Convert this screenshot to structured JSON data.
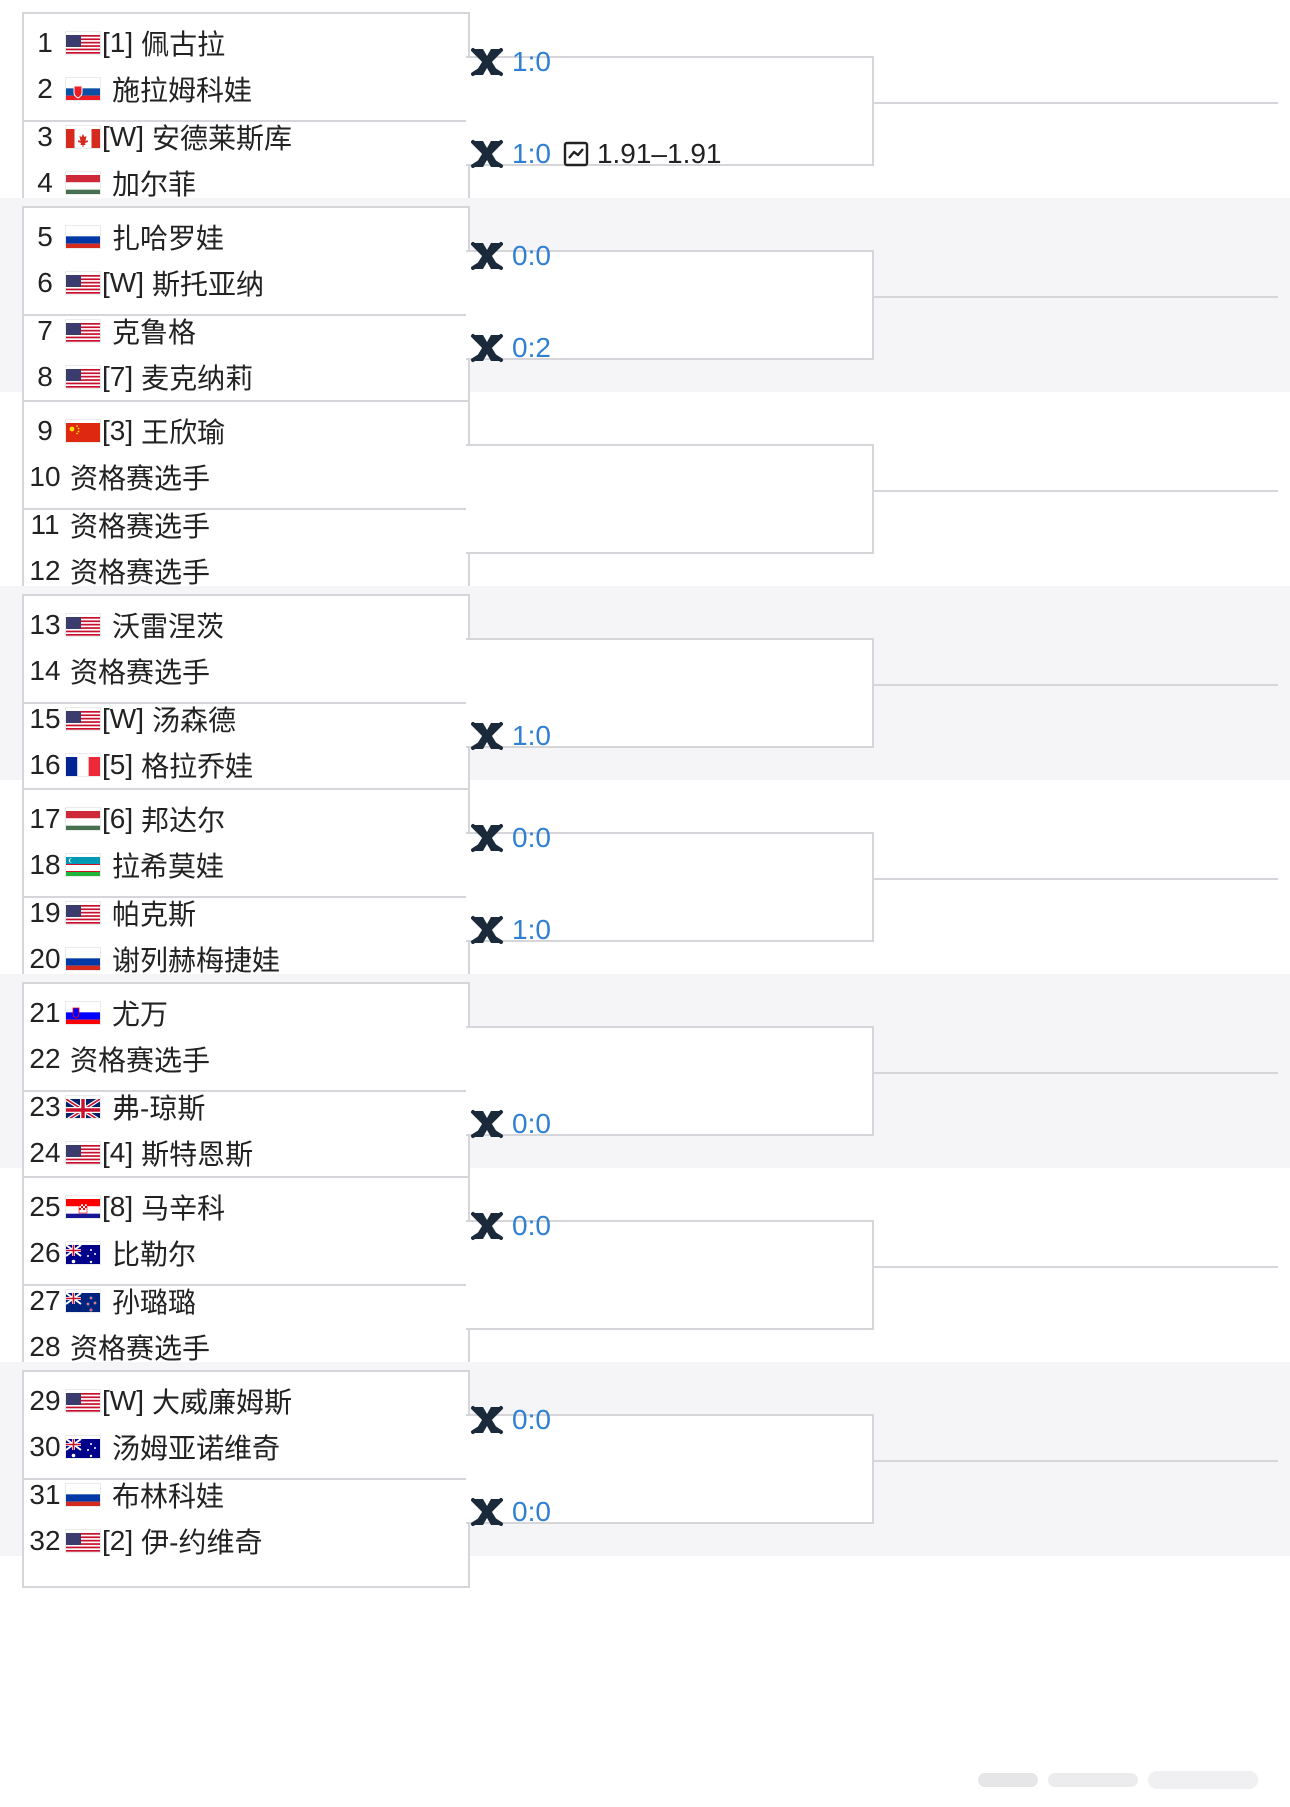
{
  "players": [
    {
      "num": "1",
      "flag": "us",
      "seed": "[1]",
      "name": "佩古拉"
    },
    {
      "num": "2",
      "flag": "sk",
      "seed": "",
      "name": "施拉姆科娃"
    },
    {
      "num": "3",
      "flag": "ca",
      "seed": "[W]",
      "name": "安德莱斯库"
    },
    {
      "num": "4",
      "flag": "hu",
      "seed": "",
      "name": "加尔菲"
    },
    {
      "num": "5",
      "flag": "ru",
      "seed": "",
      "name": "扎哈罗娃"
    },
    {
      "num": "6",
      "flag": "us",
      "seed": "[W]",
      "name": "斯托亚纳"
    },
    {
      "num": "7",
      "flag": "us",
      "seed": "",
      "name": "克鲁格"
    },
    {
      "num": "8",
      "flag": "us",
      "seed": "[7]",
      "name": "麦克纳莉"
    },
    {
      "num": "9",
      "flag": "cn",
      "seed": "[3]",
      "name": "王欣瑜"
    },
    {
      "num": "10",
      "flag": "",
      "seed": "",
      "name": "资格赛选手"
    },
    {
      "num": "11",
      "flag": "",
      "seed": "",
      "name": "资格赛选手"
    },
    {
      "num": "12",
      "flag": "",
      "seed": "",
      "name": "资格赛选手"
    },
    {
      "num": "13",
      "flag": "us",
      "seed": "",
      "name": "沃雷涅茨"
    },
    {
      "num": "14",
      "flag": "",
      "seed": "",
      "name": "资格赛选手"
    },
    {
      "num": "15",
      "flag": "us",
      "seed": "[W]",
      "name": "汤森德"
    },
    {
      "num": "16",
      "flag": "fr",
      "seed": "[5]",
      "name": "格拉乔娃"
    },
    {
      "num": "17",
      "flag": "hu",
      "seed": "[6]",
      "name": "邦达尔"
    },
    {
      "num": "18",
      "flag": "uz",
      "seed": "",
      "name": "拉希莫娃"
    },
    {
      "num": "19",
      "flag": "us",
      "seed": "",
      "name": "帕克斯"
    },
    {
      "num": "20",
      "flag": "ru",
      "seed": "",
      "name": "谢列赫梅捷娃"
    },
    {
      "num": "21",
      "flag": "si",
      "seed": "",
      "name": "尤万"
    },
    {
      "num": "22",
      "flag": "",
      "seed": "",
      "name": "资格赛选手"
    },
    {
      "num": "23",
      "flag": "gb",
      "seed": "",
      "name": "弗-琼斯"
    },
    {
      "num": "24",
      "flag": "us",
      "seed": "[4]",
      "name": "斯特恩斯"
    },
    {
      "num": "25",
      "flag": "hr",
      "seed": "[8]",
      "name": "马辛科"
    },
    {
      "num": "26",
      "flag": "au",
      "seed": "",
      "name": "比勒尔"
    },
    {
      "num": "27",
      "flag": "nz",
      "seed": "",
      "name": "孙璐璐"
    },
    {
      "num": "28",
      "flag": "",
      "seed": "",
      "name": "资格赛选手"
    },
    {
      "num": "29",
      "flag": "us",
      "seed": "[W]",
      "name": "大威廉姆斯"
    },
    {
      "num": "30",
      "flag": "au",
      "seed": "",
      "name": "汤姆亚诺维奇"
    },
    {
      "num": "31",
      "flag": "ru",
      "seed": "",
      "name": "布林科娃"
    },
    {
      "num": "32",
      "flag": "us",
      "seed": "[2]",
      "name": "伊-约维奇"
    }
  ],
  "matches": [
    {
      "score": "1:0",
      "odds": ""
    },
    {
      "score": "1:0",
      "odds": "1.91–1.91"
    },
    {
      "score": "0:0",
      "odds": ""
    },
    {
      "score": "0:2",
      "odds": ""
    },
    {
      "score": "",
      "odds": ""
    },
    {
      "score": "",
      "odds": ""
    },
    {
      "score": "",
      "odds": ""
    },
    {
      "score": "1:0",
      "odds": ""
    },
    {
      "score": "0:0",
      "odds": ""
    },
    {
      "score": "1:0",
      "odds": ""
    },
    {
      "score": "",
      "odds": ""
    },
    {
      "score": "0:0",
      "odds": ""
    },
    {
      "score": "0:0",
      "odds": ""
    },
    {
      "score": "",
      "odds": ""
    },
    {
      "score": "0:0",
      "odds": ""
    },
    {
      "score": "0:0",
      "odds": ""
    }
  ],
  "icons": {
    "match_icon": "crossed-rackets-icon",
    "odds_icon": "line-chart-icon"
  },
  "colors": {
    "score": "#2f7fd3",
    "border": "#d6d6da",
    "shade": "#f5f5f7"
  }
}
